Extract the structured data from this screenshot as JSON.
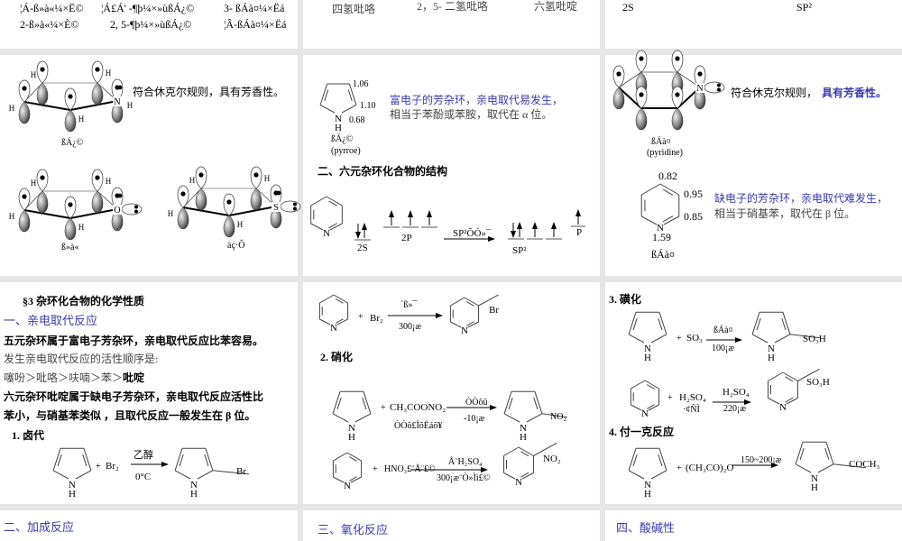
{
  "top_row": {
    "p1_row1": [
      "¦Á-ß»à«¼×Ë©",
      "¦Á£Á' -¶þ¼×»ùßÁ¿©",
      "3- ßÁà¤¼×Ëá"
    ],
    "p1_row2": [
      "2-ß»à«¼×È©",
      "2, 5-¶þ¼×»ùßÁ¿©",
      "¦Â-ßÁà¤¼×Ëá"
    ],
    "p2_row": [
      "四氢吡咯",
      "2，5- 二氢吡咯",
      "六氢吡啶"
    ],
    "p3_row": [
      "2S",
      "SP²"
    ]
  },
  "five_ring_orbitals": {
    "huckel_text": "符合休克尔规则，具有芳香性。",
    "pyrrole_label": "ßÁ¿©",
    "furan_label": "ß»à«",
    "thiophene_label": "àç·Ô",
    "atom_labels": {
      "H": "H",
      "N": "N",
      "O": "O",
      "S": "S"
    }
  },
  "pyrrole_structure": {
    "densities": [
      "1.06",
      "1.10",
      "0.68"
    ],
    "name": "ßÁ¿©",
    "name_en": "(pyrroe)",
    "blue_text": "富电子的芳杂环，亲电取代易发生，",
    "text": "相当于苯酚或苯胺，取代在 α 位。",
    "section_title": "二、六元杂环化合物的结构",
    "orbital_labels": {
      "s": "2S",
      "p": "2P",
      "arrow": "SP²ÔÓ»¯",
      "sp2": "SP²",
      "pp": "P"
    }
  },
  "pyridine_structure": {
    "huckel_text": "符合休克尔规则，",
    "huckel_blue": "具有芳香性。",
    "name": "ßÁà¤",
    "name_en": "(pyridine)",
    "densities": [
      "0.82",
      "0.95",
      "0.85",
      "1.59"
    ],
    "name2": "ßÁà¤",
    "blue_text": "缺电子的芳杂环，亲电取代难发生，",
    "text": "相当于硝基苯，取代在 β 位。"
  },
  "chem_props": {
    "title": "§3   杂环化合物的化学性质",
    "sub1": "一、亲电取代反应",
    "p1": "五元杂环属于富电子芳杂环，亲电取代反应比苯容易。",
    "p2": "发生亲电取代反应的活性顺序是:",
    "p3a": "噻吩＞吡咯＞呋喃＞苯＞",
    "p3b": "吡啶",
    "p4a": "六元杂环吡啶属于缺电子芳杂环，亲电取代反应活性比",
    "p4b": "苯小，与硝基苯类似 ，且取代反应一般发生在 β 位。",
    "halogenation": "1. 卤代",
    "rx1": {
      "plus": "+",
      "reagent": "Br₂",
      "above": "乙醇",
      "below": "0°C",
      "sub": "Br"
    }
  },
  "reactions_mid": {
    "rx_br": {
      "plus": "+",
      "reagent": "Br₂",
      "above": "´ß»¯",
      "below": "300¡æ",
      "sub": "Br"
    },
    "nitration": "2. 硝化",
    "rx_no2_pyrrole": {
      "plus": "+",
      "reagent": "CH₃COONO₂",
      "reagent_note": "ÒÒõ£ÏõËáõ¥",
      "above": "ÒÒõû",
      "below": "-10¡æ",
      "sub": "NO₂"
    },
    "rx_no2_pyridine": {
      "plus": "+",
      "reagent": "HNO₃£¨Å¨£©",
      "above": "Å¨H₂SO₄",
      "below": "300¡æ¨Ò»Ìì£©",
      "sub": "NO₂"
    }
  },
  "reactions_right": {
    "sulfonation": "3. 磺化",
    "rx_so3": {
      "plus": "+",
      "reagent": "SO₃",
      "above": "ßÁà¤",
      "below": "100¡æ",
      "sub": "SO₃H"
    },
    "rx_h2so4": {
      "plus": "+",
      "reagent": "H₂SO₄",
      "reagent_note": "·¢ÑÌ",
      "above": "H₂SO₄",
      "below": "220¡æ",
      "sub": "SO₃H"
    },
    "friedel_crafts": "4. 付一克反应",
    "rx_fc": {
      "plus": "+",
      "reagent": "(CH₃CO)₂O",
      "above": "150~200¡æ",
      "sub": "COCH₃"
    }
  },
  "bottom_row": [
    "二、加成反应",
    "三、氧化反应",
    "四、酸碱性"
  ],
  "colors": {
    "accent_blue": "#3a3aaa",
    "background": "#e6e6e6"
  }
}
